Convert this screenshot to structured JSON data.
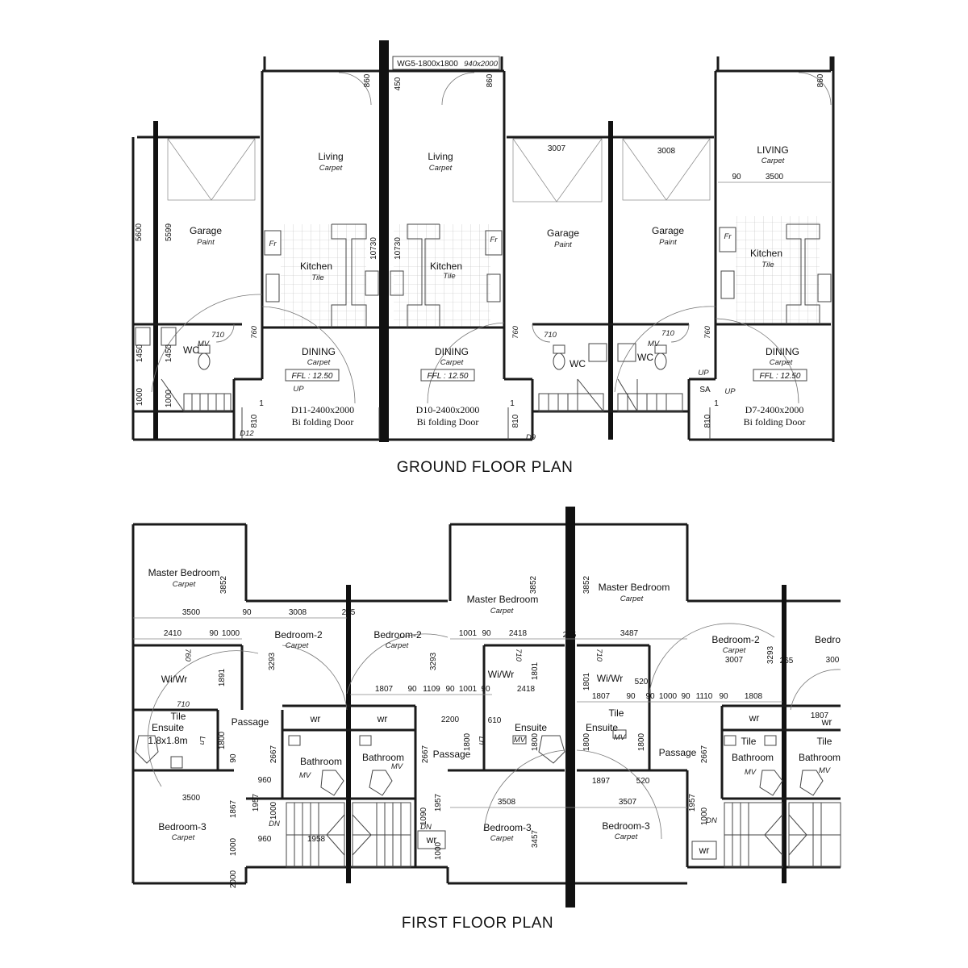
{
  "titles": {
    "ground": "GROUND FLOOR PLAN",
    "first": "FIRST FLOOR PLAN"
  },
  "ground": {
    "window_tag": "WG5-1800x1800",
    "window_tag2": "940x2000",
    "rooms": {
      "living": "Living",
      "living_caps": "LIVING",
      "carpet": "Carpet",
      "garage": "Garage",
      "paint": "Paint",
      "kitchen": "Kitchen",
      "tile": "Tile",
      "dining": "DINING",
      "wc": "WC",
      "mv": "MV",
      "fr": "Fr",
      "up": "UP",
      "sa": "SA"
    },
    "ffl": "FFL : 12.50",
    "doors": {
      "d11": "D11-2400x2000",
      "d10": "D10-2400x2000",
      "d7": "D7-2400x2000",
      "bifold": "Bi folding Door",
      "d12": "D12",
      "d9": "D9"
    },
    "dims": {
      "d860": "860",
      "d450": "450",
      "d3007": "3007",
      "d3008": "3008",
      "d3500": "3500",
      "d90": "90",
      "d5600": "5600",
      "d5599": "5599",
      "d10730": "10730",
      "d760": "760",
      "d710": "710",
      "d1450": "1450",
      "d1000": "1000",
      "d810": "810",
      "d1": "1"
    }
  },
  "first": {
    "rooms": {
      "master": "Master Bedroom",
      "bed2": "Bedroom-2",
      "bed3": "Bedroom-3",
      "bedr": "Bedro",
      "carpet": "Carpet",
      "wiwr": "Wi/Wr",
      "tile": "Tile",
      "ensuite": "Ensuite",
      "ensuite_size": "1.8x1.8m",
      "passage": "Passage",
      "bathroom": "Bathroom",
      "wr": "wr",
      "mv": "MV",
      "dn": "DN",
      "ln": "Ln"
    },
    "dims": {
      "d3852": "3852",
      "d3500": "3500",
      "d3008": "3008",
      "d265": "265",
      "d2410": "2410",
      "d90": "90",
      "d1000": "1000",
      "d3293": "3293",
      "d760": "760",
      "d1891": "1891",
      "d710": "710",
      "d1800": "1800",
      "d2667": "2667",
      "d960": "960",
      "d1867": "1867",
      "d1957": "1957",
      "d1807": "1807",
      "d1109": "1109",
      "d1001": "1001",
      "d2418": "2418",
      "d2200": "2200",
      "d610": "610",
      "d1801": "1801",
      "d3508": "3508",
      "d3457": "3457",
      "d3487": "3487",
      "d520": "520",
      "d1897": "1897",
      "d3507": "3507",
      "d1110": "1110",
      "d1808": "1808",
      "d3007": "3007",
      "d300": "300",
      "d1958": "1958",
      "d1090": "1090",
      "d2000": "2000"
    }
  }
}
